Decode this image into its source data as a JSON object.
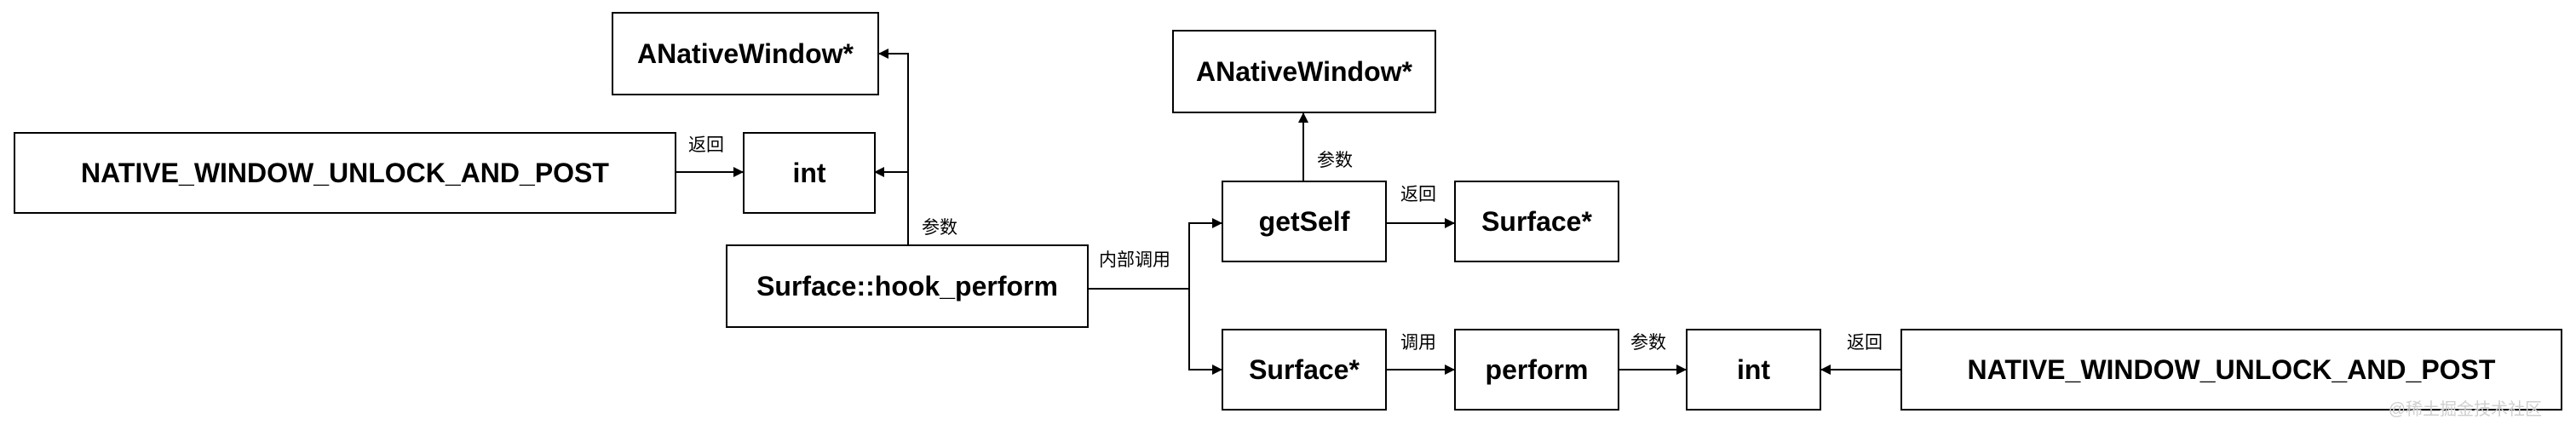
{
  "nodes": {
    "native_unlock_left": "NATIVE_WINDOW_UNLOCK_AND_POST",
    "int_top": "int",
    "anative_window_left": "ANativeWindow*",
    "hook_perform": "Surface::hook_perform",
    "get_self": "getSelf",
    "anative_window_right": "ANativeWindow*",
    "surface_top": "Surface*",
    "surface_bottom": "Surface*",
    "perform": "perform",
    "int_bottom": "int",
    "native_unlock_right": "NATIVE_WINDOW_UNLOCK_AND_POST"
  },
  "edge_labels": {
    "return_left": "返回",
    "param_left": "参数",
    "internal_call": "内部调用",
    "param_right": "参数",
    "return_right_top": "返回",
    "call": "调用",
    "param_bottom": "参数",
    "return_bottom": "返回"
  },
  "watermark": "@稀土掘金技术社区",
  "colors": {
    "stroke": "#000000",
    "background": "#ffffff",
    "watermark": "#cfcfcf"
  }
}
